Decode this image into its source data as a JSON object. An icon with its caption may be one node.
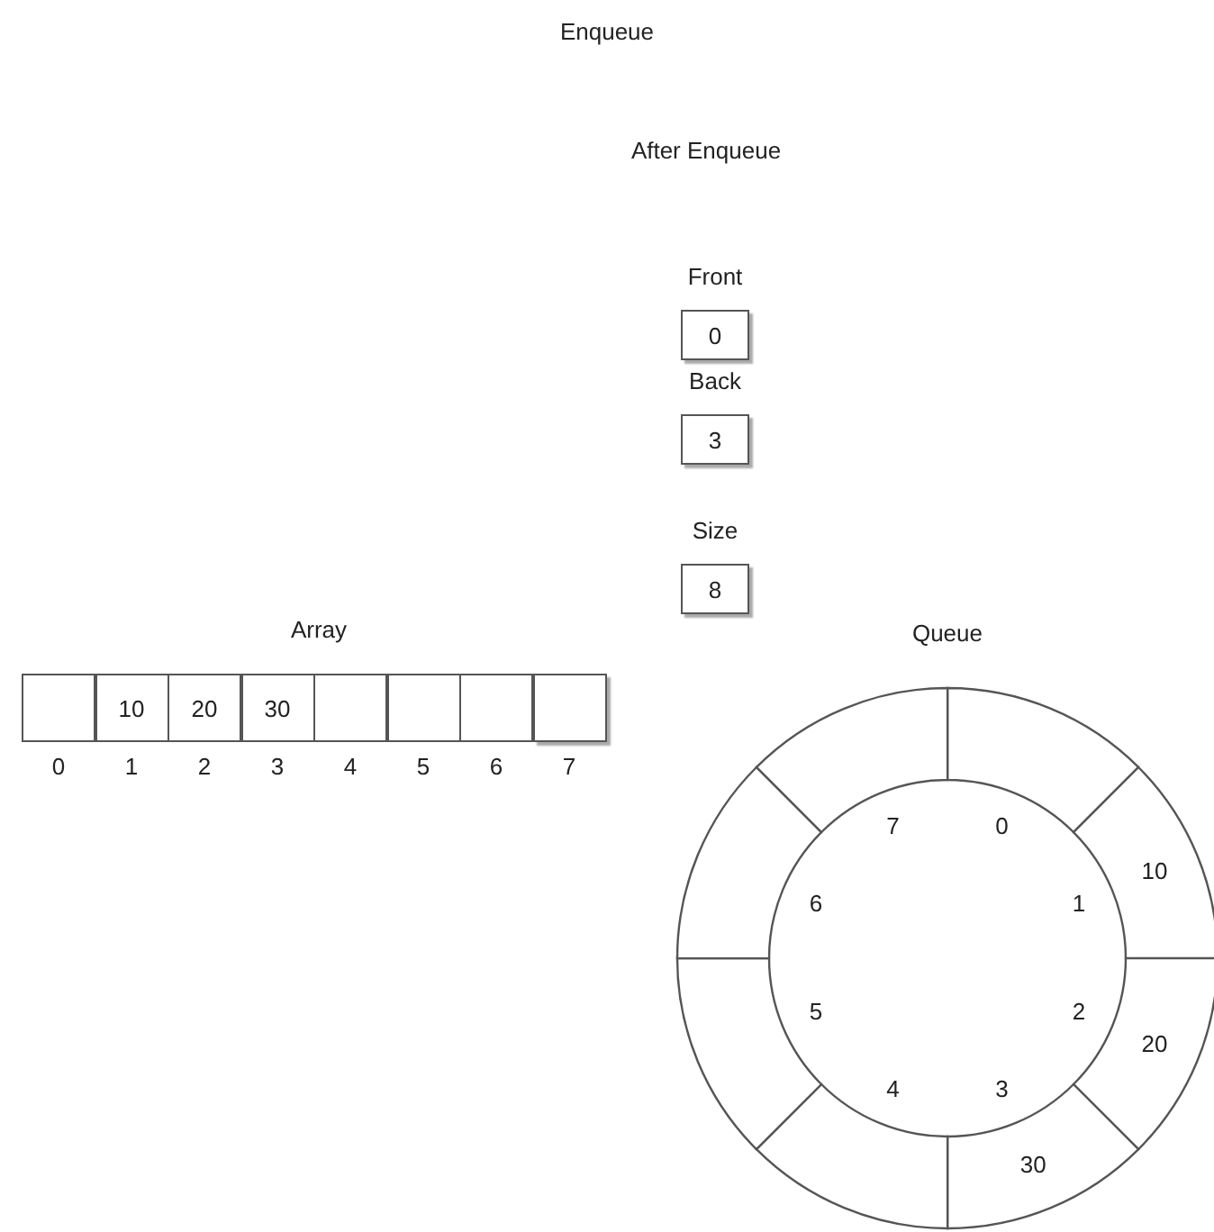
{
  "diagram": {
    "title": "Enqueue",
    "nodes": [
      {
        "text": [
          "Front",
          "0"
        ]
      },
      {
        "text": [
          "Back",
          "3"
        ]
      },
      {
        "text": [
          "Size",
          "8"
        ]
      },
      {
        "text": [
          "Array"
        ]
      },
      {
        "text": [],
        "shape": "box",
        "in": 3,
        "beside": [
          "0"
        ]
      },
      {
        "text": [
          "10"
        ],
        "in": 3,
        "beside": [
          "1"
        ]
      },
      {
        "text": [
          "20"
        ],
        "in": 3,
        "beside": [
          "2"
        ]
      },
      {
        "text": [
          "30"
        ],
        "in": 3,
        "beside": [
          "3"
        ]
      },
      {
        "text": [],
        "shape": "box",
        "in": 3,
        "beside": [
          "4"
        ]
      },
      {
        "text": [],
        "shape": "box",
        "in": 3,
        "beside": [
          "5"
        ]
      },
      {
        "text": [],
        "shape": "box",
        "in": 3,
        "beside": [
          "6"
        ]
      },
      {
        "text": [],
        "shape": "box",
        "in": 3,
        "beside": [
          "7"
        ]
      },
      {
        "text": [
          "Queue"
        ]
      },
      {
        "text": [],
        "shape": "sector",
        "in": 12,
        "beside": [
          "0"
        ]
      },
      {
        "text": [
          "10"
        ],
        "in": 12,
        "beside": [
          "1"
        ]
      },
      {
        "text": [
          "20"
        ],
        "in": 12,
        "beside": [
          "2"
        ]
      },
      {
        "text": [
          "30"
        ],
        "in": 12,
        "beside": [
          "3"
        ]
      },
      {
        "text": [],
        "shape": "sector",
        "in": 12,
        "beside": [
          "4"
        ]
      },
      {
        "text": [],
        "shape": "sector",
        "in": 12,
        "beside": [
          "5"
        ]
      },
      {
        "text": [],
        "shape": "sector",
        "in": 12,
        "beside": [
          "6"
        ]
      },
      {
        "text": [],
        "shape": "sector",
        "in": 12,
        "beside": [
          "7"
        ]
      }
    ],
    "edges": [],
    "labels": [
      "After Enqueue"
    ]
  }
}
